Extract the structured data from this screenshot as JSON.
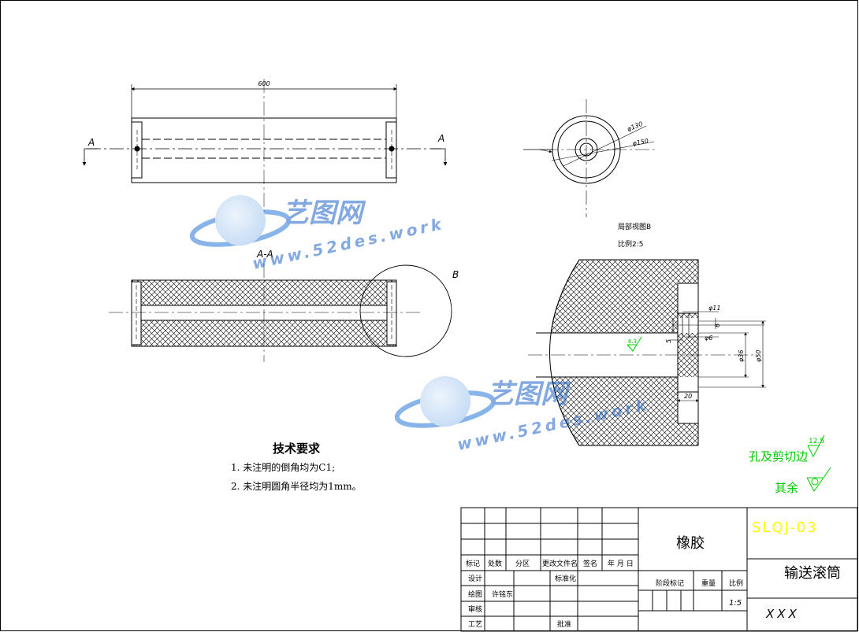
{
  "colors": {
    "paper": "#ffffff",
    "line": "#000000",
    "surface_mark": "#00cc00",
    "drawing_number": "#ffff00",
    "watermark": "#1e64c8"
  },
  "front_view": {
    "overall_length": "600",
    "section_label_left": "A",
    "section_label_right": "A"
  },
  "end_view": {
    "dia_inner": "φ130",
    "dia_outer": "φ150"
  },
  "section_view": {
    "title": "A-A",
    "detail_callout": "B"
  },
  "detail_view": {
    "title": "局部视图B",
    "scale": "比例2:5",
    "dim_hole_top": "φ11",
    "dim_hole_small": "φ6",
    "dim_6": "6",
    "dim_5": "5",
    "dim_36": "φ36",
    "dim_50": "φ50",
    "dim_20": "20",
    "roughness_inner": "6.3"
  },
  "surface_notes": {
    "line1_text": "孔及剪切边",
    "line1_value": "12.5",
    "line2_text": "其余"
  },
  "tech_requirements": {
    "heading": "技术要求",
    "item1": "1. 未注明的倒角均为C1;",
    "item2": "2. 未注明圆角半径均为1mm。"
  },
  "title_block": {
    "material": "橡胶",
    "drawing_number": "SLQJ-03",
    "part_name": "输送滚筒",
    "company": "XXX",
    "scale_value": "1:5",
    "header_labels": [
      "标记",
      "处数",
      "分区",
      "更改文件名",
      "签名",
      "年 月 日"
    ],
    "row_design": "设计",
    "row_standard": "标准化",
    "row_draw": "绘图",
    "drawer_name": "许铭东",
    "row_check": "审核",
    "row_process": "工艺",
    "row_approve": "批准",
    "stage_mark": "阶段标记",
    "weight": "重量",
    "scale_label": "比例"
  },
  "watermark": {
    "brand": "艺图网",
    "url": "www.52des.work"
  }
}
